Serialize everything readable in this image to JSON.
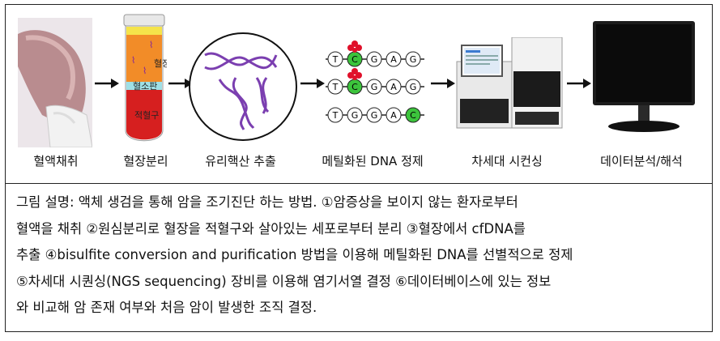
{
  "steps": [
    {
      "label": "혈액채취",
      "icon": "arm-blood-draw-icon"
    },
    {
      "label": "혈장분리",
      "icon": "blood-tube-icon"
    },
    {
      "label": "유리핵산 추출",
      "icon": "dna-helix-icon"
    },
    {
      "label": "메틸화된 DNA 정제",
      "icon": "methylated-dna-icon"
    },
    {
      "label": "차세대 시컨싱",
      "icon": "sequencer-machine-icon"
    },
    {
      "label": "데이터분석/해석",
      "icon": "computer-monitor-icon"
    }
  ],
  "tube_layers": {
    "plasma": "혈장",
    "platelet": "혈소판",
    "rbc": "적혈구"
  },
  "dna_strands": {
    "strand1": [
      "T",
      "C",
      "G",
      "A",
      "G"
    ],
    "strand2": [
      "T",
      "C",
      "G",
      "A",
      "G"
    ],
    "strand3": [
      "T",
      "G",
      "G",
      "A",
      "C"
    ]
  },
  "caption_lines": [
    "그림 설명: 액체 생검을 통해 암을 조기진단 하는 방법. ①암증상을 보이지 않는 환자로부터",
    "혈액을 채취 ②원심분리로 혈장을 적혈구와 살아있는 세포로부터 분리 ③혈장에서 cfDNA를",
    "추출 ④bisulfite conversion and purification 방법을 이용해 메틸화된 DNA를 선별적으로 정제",
    "⑤차세대 시퀀싱(NGS sequencing) 장비를 이용해 염기서열 결정 ⑥데이터베이스에 있는 정보",
    "와 비교해 암 존재 여부와 처음 암이 발생한 조직 결정."
  ],
  "colors": {
    "border": "#222222",
    "tube_orange": "#f28c28",
    "tube_red": "#d61f1f",
    "tube_yellow": "#f5e44a",
    "dna_purple": "#7b3fb0",
    "methyl_green": "#3cc43c",
    "methyl_red": "#e0102a"
  }
}
